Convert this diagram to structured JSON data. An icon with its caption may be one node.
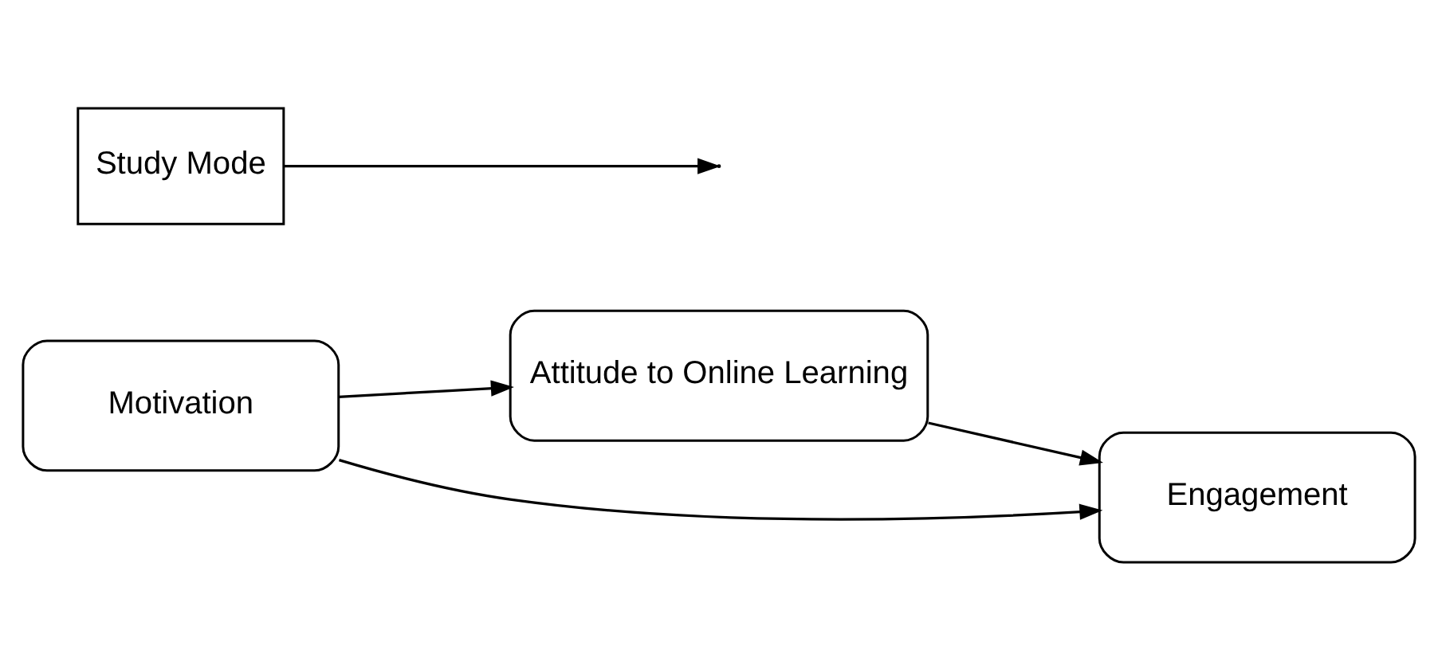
{
  "diagram": {
    "nodes": [
      {
        "text": [
          "Study Mode"
        ]
      },
      {
        "text": [
          "Attitude to Online Learning"
        ]
      },
      {
        "text": [
          "Motivation"
        ]
      },
      {
        "text": [
          "Engagement"
        ]
      }
    ],
    "edges": [
      {
        "from": 0,
        "to": null,
        "arrow": "to"
      },
      {
        "from": 2,
        "to": 1,
        "arrow": "to"
      },
      {
        "from": 1,
        "to": 3,
        "arrow": "to"
      },
      {
        "from": 2,
        "to": 3,
        "arrow": "to"
      }
    ]
  }
}
